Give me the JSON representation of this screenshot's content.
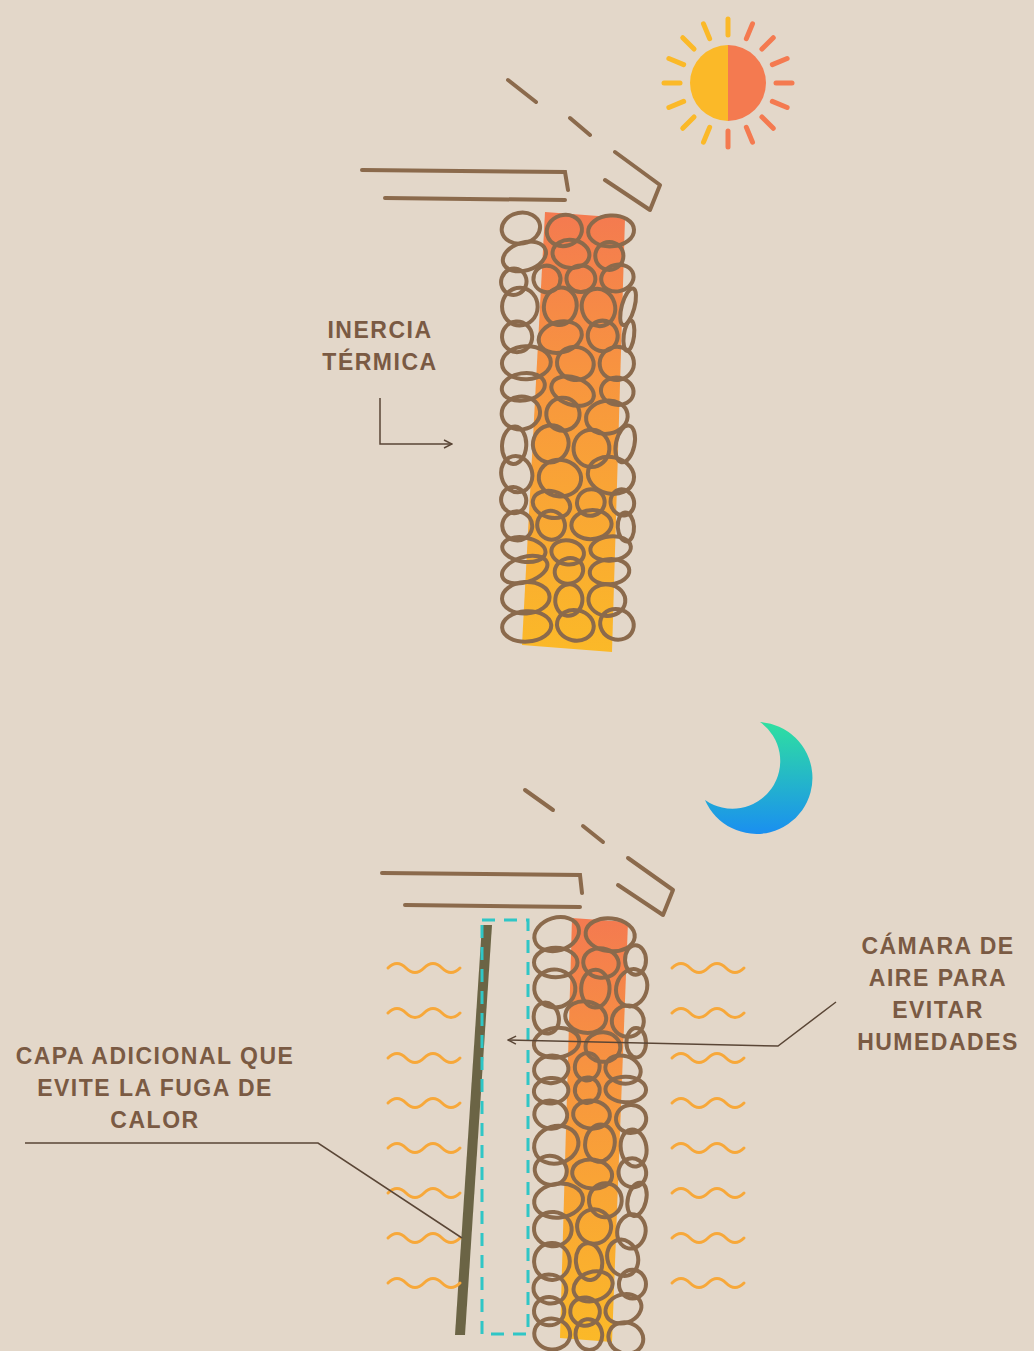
{
  "diagram": {
    "labels": [
      "INERCIA TÉRMICA",
      "CÁMARA DE AIRE PARA EVITAR HUMEDADES",
      "CAPA ADICIONAL QUE EVITE LA FUGA DE CALOR"
    ]
  }
}
